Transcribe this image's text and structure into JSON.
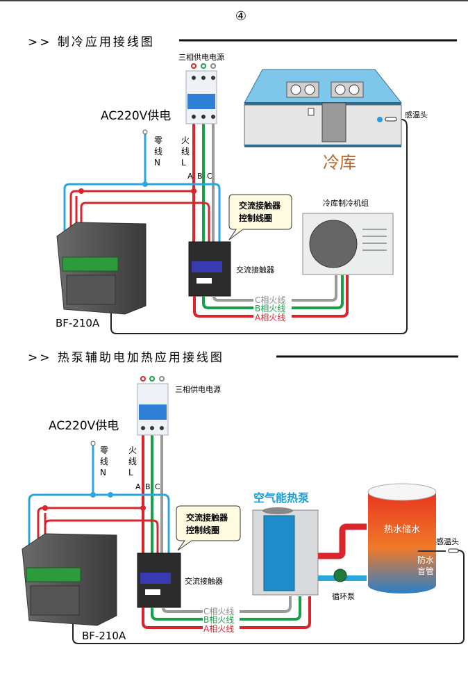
{
  "page_number": "④",
  "colors": {
    "phase_a": "#d9262c",
    "phase_b": "#16a04a",
    "phase_c": "#9a9a9a",
    "neutral": "#2aa6de",
    "sensor": "#222222",
    "cold_room_label": "#b8672a",
    "heat_pump_label": "#1aa0d8"
  },
  "section1": {
    "title": ">> 制冷应用接线图",
    "power_source": "三相供电电源",
    "ac_supply": "AC220V供电",
    "neutral": [
      "零",
      "线",
      "N"
    ],
    "live": [
      "火",
      "线",
      "L"
    ],
    "phases": [
      "A",
      "B",
      "C"
    ],
    "cold_room": "冷库",
    "sensor": "感温头",
    "coil_callout": [
      "交流接触器",
      "控制线圈"
    ],
    "contactor": "交流接触器",
    "refrigeration_unit": "冷库制冷机组",
    "phase_c_line": "C相火线",
    "phase_b_line": "B相火线",
    "phase_a_line": "A相火线",
    "controller": "BF-210A"
  },
  "section2": {
    "title": ">> 热泵辅助电加热应用接线图",
    "power_source": "三相供电电源",
    "ac_supply": "AC220V供电",
    "neutral": [
      "零",
      "线",
      "N"
    ],
    "live": [
      "火",
      "线",
      "L"
    ],
    "phases": [
      "A",
      "B",
      "C"
    ],
    "heat_pump": "空气能热泵",
    "tank": "热水储水",
    "sensor": "感温头",
    "blind_pipe": [
      "防水",
      "盲管"
    ],
    "pump": "循环泵",
    "coil_callout": [
      "交流接触器",
      "控制线圈"
    ],
    "contactor": "交流接触器",
    "phase_c_line": "C相火线",
    "phase_b_line": "B相火线",
    "phase_a_line": "A相火线",
    "controller": "BF-210A"
  }
}
